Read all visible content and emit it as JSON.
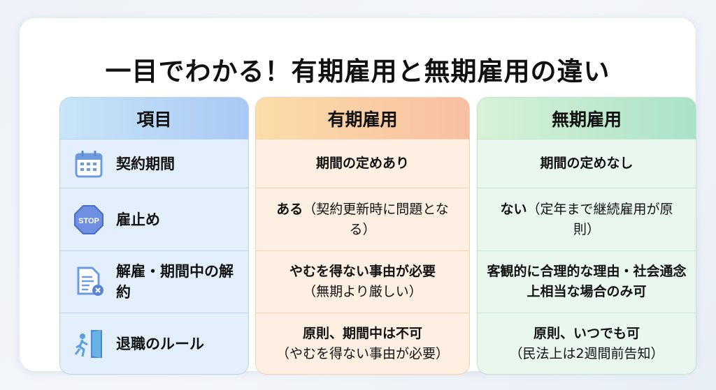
{
  "title": "一目でわかる！有期雇用と無期雇用の違い",
  "columns": {
    "item": "項目",
    "fixed": "有期雇用",
    "indefinite": "無期雇用"
  },
  "rows": [
    {
      "icon": "calendar-icon",
      "item": "契約期間",
      "fixed_main": "期間の定めあり",
      "fixed_sub": "",
      "indef_main": "期間の定めなし",
      "indef_sub": ""
    },
    {
      "icon": "stop-sign-icon",
      "icon_text": "STOP",
      "item": "雇止め",
      "fixed_main": "ある",
      "fixed_sub": "（契約更新時に問題となる）",
      "indef_main": "ない",
      "indef_sub": "（定年まで継続雇用が原則）"
    },
    {
      "icon": "document-cancel-icon",
      "item": "解雇・期間中の解約",
      "fixed_main": "やむを得ない事由が必要",
      "fixed_sub": "（無期より厳しい）",
      "indef_main": "客観的に合理的な理由・社会通念上相当な場合のみ可",
      "indef_sub": ""
    },
    {
      "icon": "exit-door-icon",
      "item": "退職のルール",
      "fixed_main": "原則、期間中は不可",
      "fixed_sub": "（やむを得ない事由が必要）",
      "indef_main": "原則、いつでも可",
      "indef_sub": "（民法上は2週間前告知）"
    }
  ]
}
